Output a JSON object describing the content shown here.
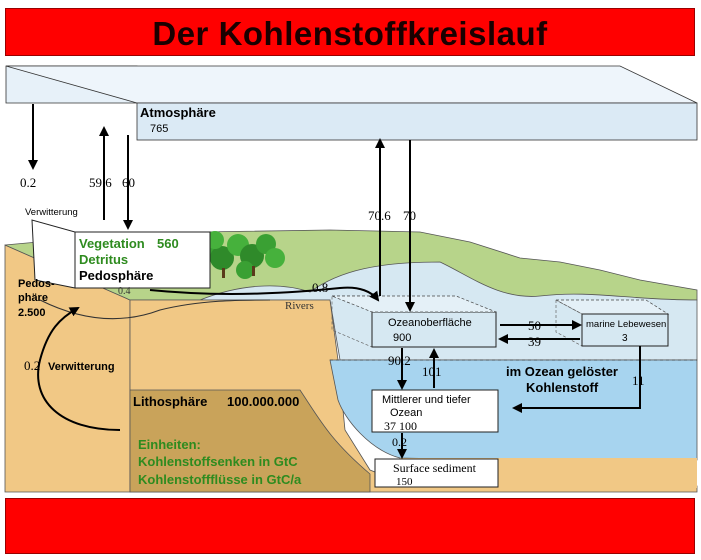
{
  "title": "Der Kohlenstoffkreislauf",
  "reservoirs": {
    "atmosphere": {
      "name": "Atmosphäre",
      "value": "765"
    },
    "vegetation": {
      "name": "Vegetation",
      "value": "560"
    },
    "detritus": {
      "name": "Detritus"
    },
    "pedosphere_box": {
      "name": "Pedosphäre"
    },
    "pedosphere_side": {
      "line1": "Pedos-",
      "line2": "phäre",
      "value": "2.500"
    },
    "ocean_surface": {
      "name": "Ozeanoberfläche",
      "value": "900"
    },
    "marine_life": {
      "name": "marine Lebewesen",
      "value": "3"
    },
    "deep_ocean": {
      "line1": "Mittlerer und tiefer",
      "line2": "Ozean",
      "value": "37 100"
    },
    "sediment": {
      "name": "Surface sediment",
      "value": "150"
    },
    "lithosphere": {
      "name": "Lithosphäre",
      "value": "100.000.000"
    },
    "dissolved": {
      "line1": "im Ozean gelöster",
      "line2": "Kohlenstoff"
    }
  },
  "labels": {
    "weathering_top": "Verwitterung",
    "weathering_left": "Verwitterung",
    "rivers": "Rivers"
  },
  "fluxes": {
    "atm_to_land_left": "0.2",
    "land_to_atm": "59.6",
    "atm_to_land": "60",
    "ocean_to_atm": "70.6",
    "atm_to_ocean": "70",
    "rivers": "0.8",
    "soil_runoff": "0.4",
    "weathering_litho": "0.2",
    "surface_to_marine": "50",
    "marine_to_surface": "39",
    "surface_to_deep": "90.2",
    "deep_to_surface": "101",
    "marine_to_deep": "11",
    "deep_to_sediment": "0.2"
  },
  "legend": {
    "line1": "Einheiten:",
    "line2": "Kohlenstoffsenken in GtC",
    "line3": "Kohlenstoffflüsse in GtC/a"
  },
  "colors": {
    "banner": "#ff0000",
    "atmosphere": "#dbeaf5",
    "ocean_surface": "#d6e8f2",
    "ocean_deep": "#a7d4ef",
    "soil": "#f1c885",
    "lithosphere": "#c9a35a",
    "grass": "#b7d48a",
    "green_text": "#2e8b1f"
  }
}
